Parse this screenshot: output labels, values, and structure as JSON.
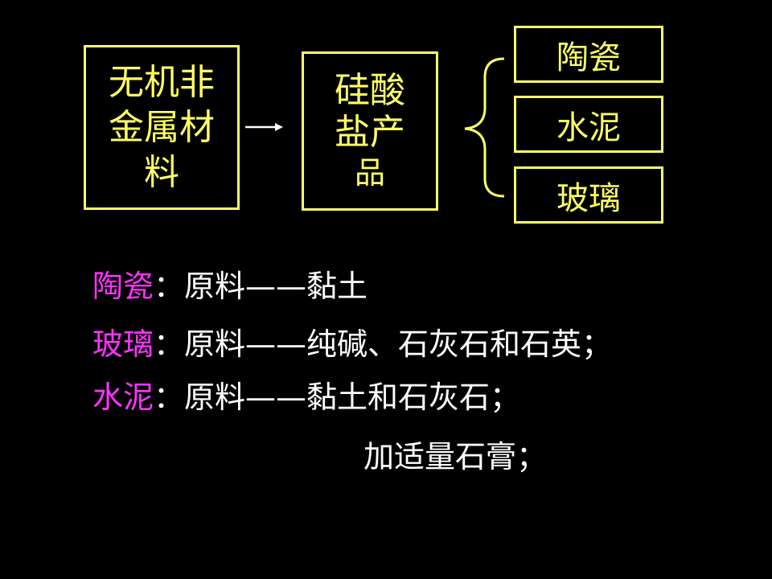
{
  "diagram": {
    "source_box": [
      "无机非",
      "金属材",
      "料"
    ],
    "middle_box": [
      "硅酸",
      "盐产",
      "品"
    ],
    "outputs": [
      "陶瓷",
      "水泥",
      "玻璃"
    ]
  },
  "notes": [
    {
      "term": "陶瓷",
      "text": "：原料——黏土"
    },
    {
      "term": "玻璃",
      "text": "：原料——纯碱、石灰石和石英；"
    },
    {
      "term": "水泥",
      "text": "：原料——黏土和石灰石；"
    }
  ],
  "extra_note": "加适量石膏；",
  "colors": {
    "box": "#FFFF66",
    "term": "#FF33FF",
    "text": "#FFFFFF",
    "background": "#000000"
  }
}
